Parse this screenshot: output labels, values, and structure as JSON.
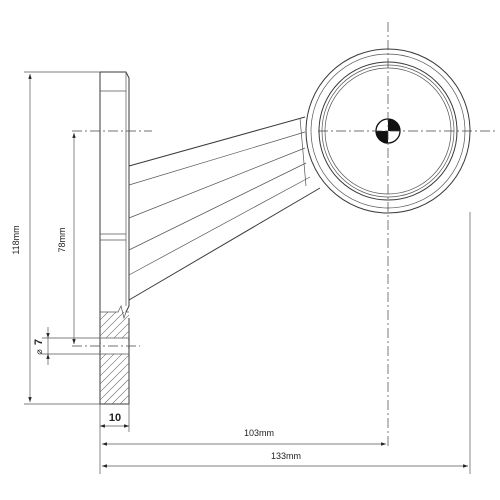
{
  "dimensions": {
    "height_total": "118mm",
    "arm_height": "78mm",
    "hole_diameter": "7",
    "diameter_symbol": "⌀",
    "base_width": "10",
    "offset_center": "103mm",
    "overall_width": "133mm"
  }
}
